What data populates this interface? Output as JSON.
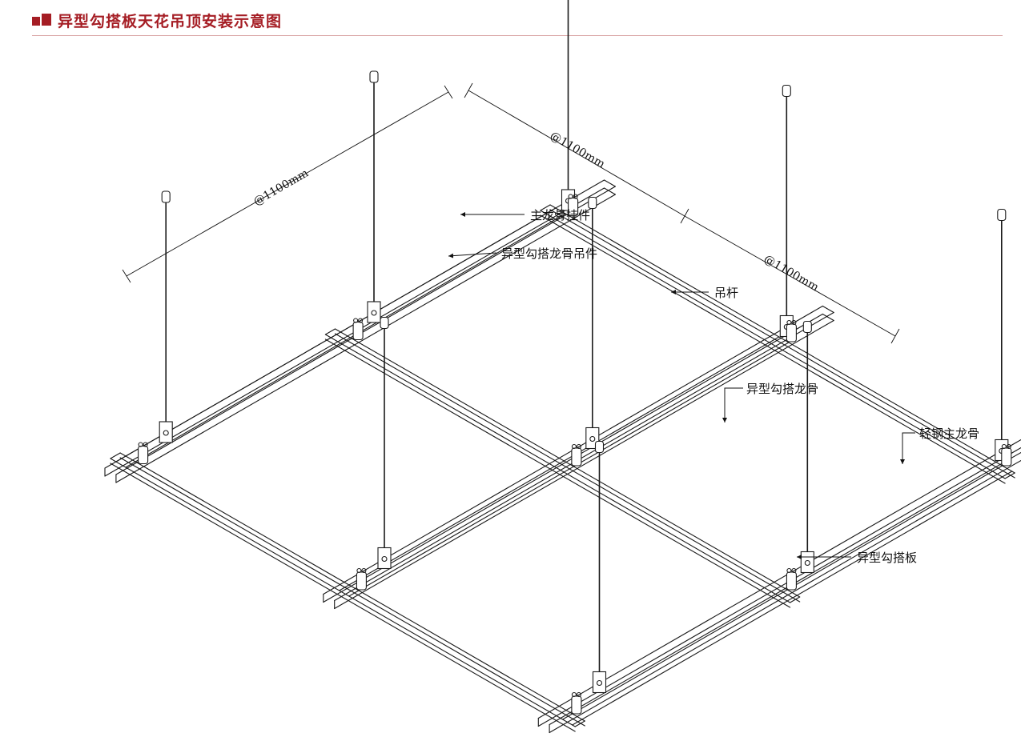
{
  "header": {
    "title": "异型勾搭板天花吊顶安装示意图"
  },
  "diagram": {
    "dimensions": {
      "left": "@1100mm",
      "top_right": "@1100mm",
      "right": "@1100mm"
    },
    "labels": {
      "main_keel_hanger": "主龙骨挂件",
      "special_hook_keel_hanger": "异型勾搭龙骨吊件",
      "hanging_rod": "吊杆",
      "special_hook_keel": "异型勾搭龙骨",
      "light_steel_main_keel": "轻钢主龙骨",
      "special_hook_panel": "异型勾搭板"
    },
    "colors": {
      "accent": "#a51d24",
      "line": "#1a1a1a"
    }
  }
}
